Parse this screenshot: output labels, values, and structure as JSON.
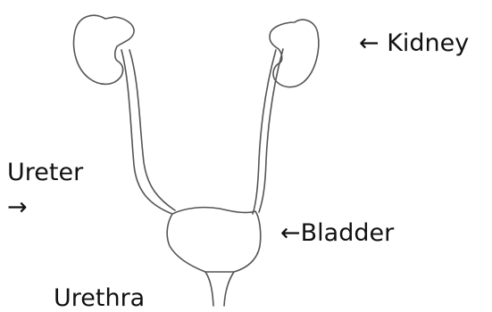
{
  "labels": {
    "kidney": "← Kidney",
    "ureter": "Ureter",
    "ureter_arrow": "→",
    "bladder": "←Bladder",
    "urethra": "Urethra"
  },
  "colors": {
    "line": "#555555",
    "text": "#111111",
    "background": "#ffffff"
  }
}
